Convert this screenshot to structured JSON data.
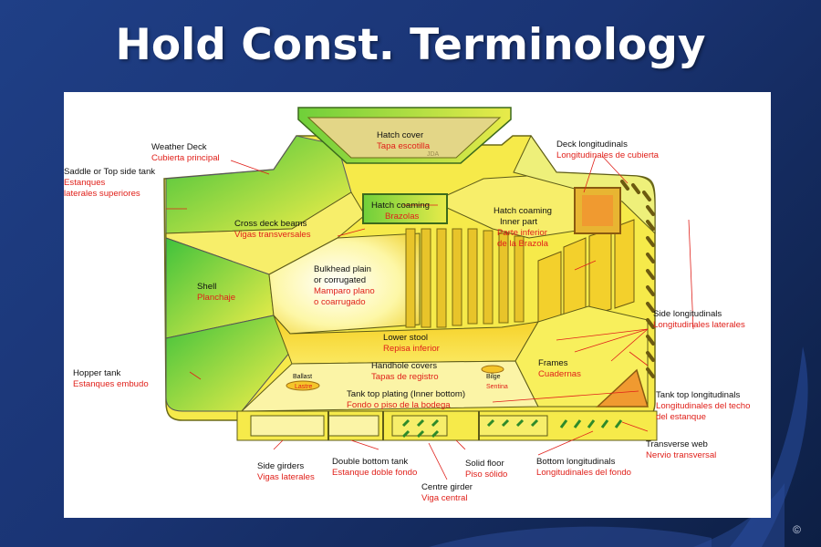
{
  "slide": {
    "title": "Hold Const. Terminology",
    "copyright": "©"
  },
  "diagram": {
    "signature": "JDA",
    "labels": {
      "hatch_cover": {
        "en": "Hatch cover",
        "es": "Tapa escotilla"
      },
      "weather_deck": {
        "en": "Weather Deck",
        "es": "Cubierta principal"
      },
      "saddle_tank": {
        "en": "Saddle or Top side tank",
        "es1": "Estanques",
        "es2": "laterales superiores"
      },
      "deck_longitudinals": {
        "en": "Deck longitudinals",
        "es": "Longitudinales de cubierta"
      },
      "hatch_coaming": {
        "en": "Hatch coaming",
        "es": "Brazolas"
      },
      "hatch_coaming_inner": {
        "en1": "Hatch coaming",
        "en2": "Inner part",
        "es1": "Parte inferior",
        "es2": "de la Brazola"
      },
      "cross_deck_beams": {
        "en": "Cross deck beams",
        "es": "Vigas transversales"
      },
      "shell": {
        "en": "Shell",
        "es": "Planchaje"
      },
      "bulkhead": {
        "en1": "Bulkhead plain",
        "en2": "or corrugated",
        "es1": "Mamparo plano",
        "es2": "o coarrugado"
      },
      "side_longitudinals": {
        "en": "Side longitudinals",
        "es": "Longitudinales laterales"
      },
      "lower_stool": {
        "en": "Lower stool",
        "es": "Repisa inferior"
      },
      "frames": {
        "en": "Frames",
        "es": "Cuadernas"
      },
      "hopper_tank": {
        "en": "Hopper tank",
        "es": "Estanques embudo"
      },
      "ballast": {
        "en": "Ballast",
        "es": "Lastre"
      },
      "handhole_covers": {
        "en": "Handhole covers",
        "es": "Tapas de registro"
      },
      "bilge": {
        "en": "Bilge",
        "es": "Sentina"
      },
      "tank_top_plating": {
        "en": "Tank top plating (Inner bottom)",
        "es": "Fondo o piso de la bodega"
      },
      "tank_top_longitudinals": {
        "en": "Tank top longitudinals",
        "es1": "Longitudinales del techo",
        "es2": "del estanque"
      },
      "transverse_web": {
        "en": "Transverse web",
        "es": "Nervio transversal"
      },
      "side_girders": {
        "en": "Side girders",
        "es": "Vigas laterales"
      },
      "double_bottom_tank": {
        "en": "Double bottom tank",
        "es": "Estanque doble fondo"
      },
      "solid_floor": {
        "en": "Solid floor",
        "es": "Piso sólido"
      },
      "bottom_longitudinals": {
        "en": "Bottom longitudinals",
        "es": "Longitudinales del fondo"
      },
      "centre_girder": {
        "en": "Centre girder",
        "es": "Viga central"
      }
    }
  }
}
